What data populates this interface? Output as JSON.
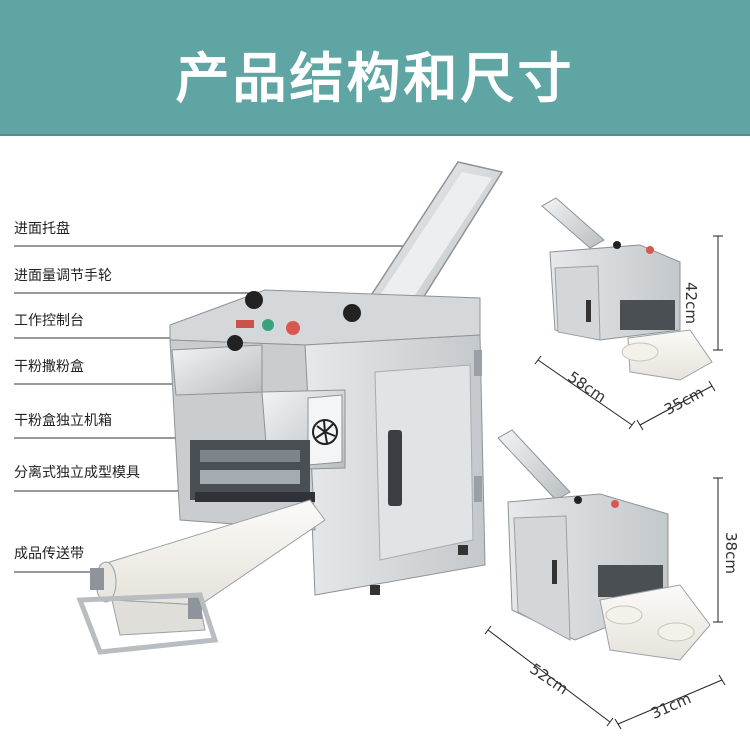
{
  "title": "产品结构和尺寸",
  "callouts": [
    {
      "id": "feed-tray",
      "label": "进面托盘"
    },
    {
      "id": "feed-knob",
      "label": "进面量调节手轮"
    },
    {
      "id": "control-panel",
      "label": "工作控制台"
    },
    {
      "id": "flour-sprinkler",
      "label": "干粉撒粉盒"
    },
    {
      "id": "flour-box-case",
      "label": "干粉盒独立机箱"
    },
    {
      "id": "mold",
      "label": "分离式独立成型模具"
    },
    {
      "id": "conveyor",
      "label": "成品传送带"
    }
  ],
  "model_a": {
    "height": "42cm",
    "depth": "58cm",
    "width": "35cm"
  },
  "model_b": {
    "height": "38cm",
    "depth": "52cm",
    "width": "31cm"
  },
  "colors": {
    "banner": "#5fa5a4",
    "steel": "#d9dde0",
    "steel_dark": "#9aa0a5",
    "belt": "#f1efe9"
  }
}
